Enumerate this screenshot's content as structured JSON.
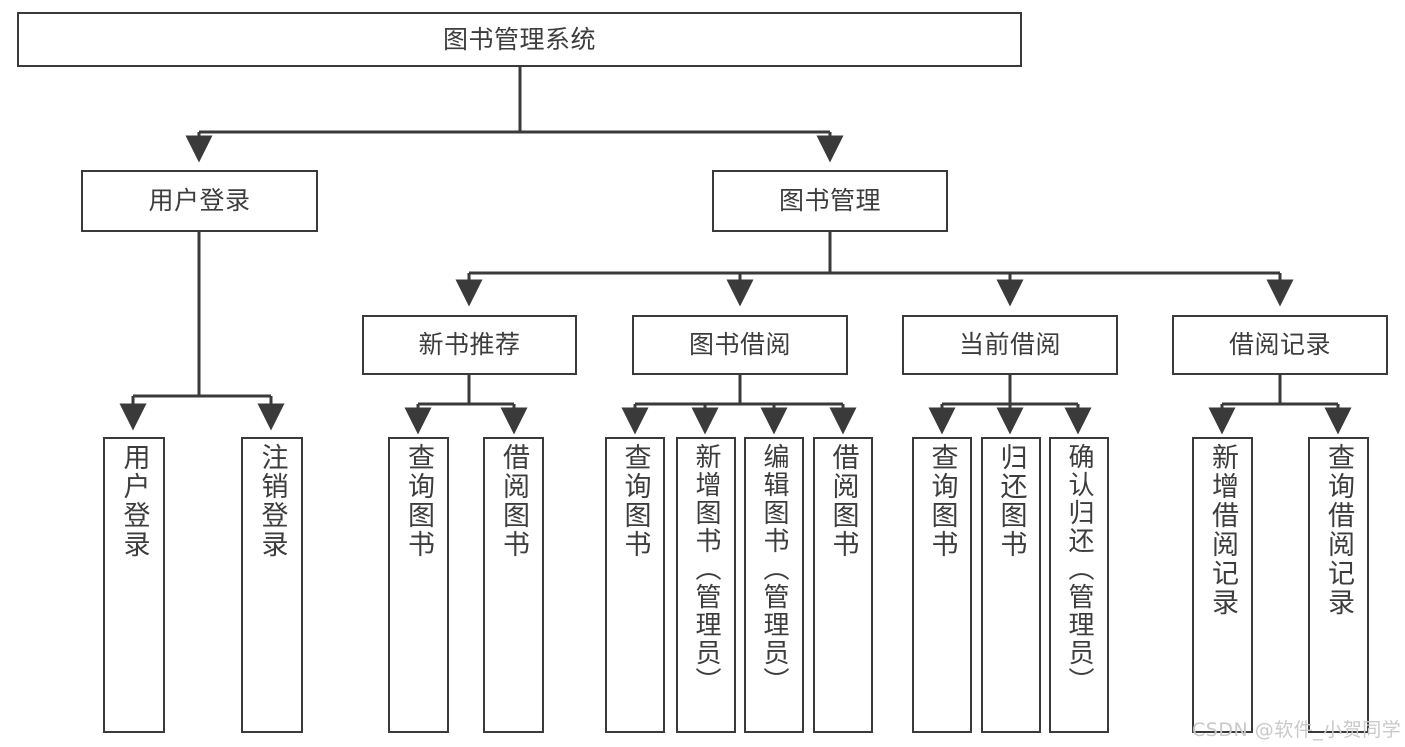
{
  "diagram": {
    "title": "图书管理系统",
    "type": "tree-hierarchy",
    "watermark": "CSDN @软件_小贺同学",
    "colors": {
      "stroke": "#3a3a3a",
      "background": "#ffffff",
      "text": "#3d3d3d",
      "watermark": "#c9c9c9"
    },
    "nodes": {
      "root": {
        "label": "图书管理系统"
      },
      "level2": [
        {
          "id": "user-login",
          "label": "用户登录"
        },
        {
          "id": "book-management",
          "label": "图书管理"
        }
      ],
      "level3": [
        {
          "id": "new-book-recommend",
          "label": "新书推荐"
        },
        {
          "id": "book-borrow",
          "label": "图书借阅"
        },
        {
          "id": "current-borrow",
          "label": "当前借阅"
        },
        {
          "id": "borrow-record",
          "label": "借阅记录"
        }
      ],
      "leaves": {
        "user_login": [
          {
            "id": "leaf-user-login",
            "label": "用户登录"
          },
          {
            "id": "leaf-logout-login",
            "label": "注销登录"
          }
        ],
        "new_book_recommend": [
          {
            "id": "leaf-query-book-1",
            "label": "查询图书"
          },
          {
            "id": "leaf-borrow-book-1",
            "label": "借阅图书"
          }
        ],
        "book_borrow": [
          {
            "id": "leaf-query-book-2",
            "label": "查询图书"
          },
          {
            "id": "leaf-add-book",
            "label": "新增图书（管理员）"
          },
          {
            "id": "leaf-edit-book",
            "label": "编辑图书（管理员）"
          },
          {
            "id": "leaf-borrow-book-2",
            "label": "借阅图书"
          }
        ],
        "current_borrow": [
          {
            "id": "leaf-query-book-3",
            "label": "查询图书"
          },
          {
            "id": "leaf-return-book",
            "label": "归还图书"
          },
          {
            "id": "leaf-confirm-return",
            "label": "确认归还（管理员）"
          }
        ],
        "borrow_record": [
          {
            "id": "leaf-add-record",
            "label": "新增借阅记录"
          },
          {
            "id": "leaf-query-record",
            "label": "查询借阅记录"
          }
        ]
      }
    }
  }
}
